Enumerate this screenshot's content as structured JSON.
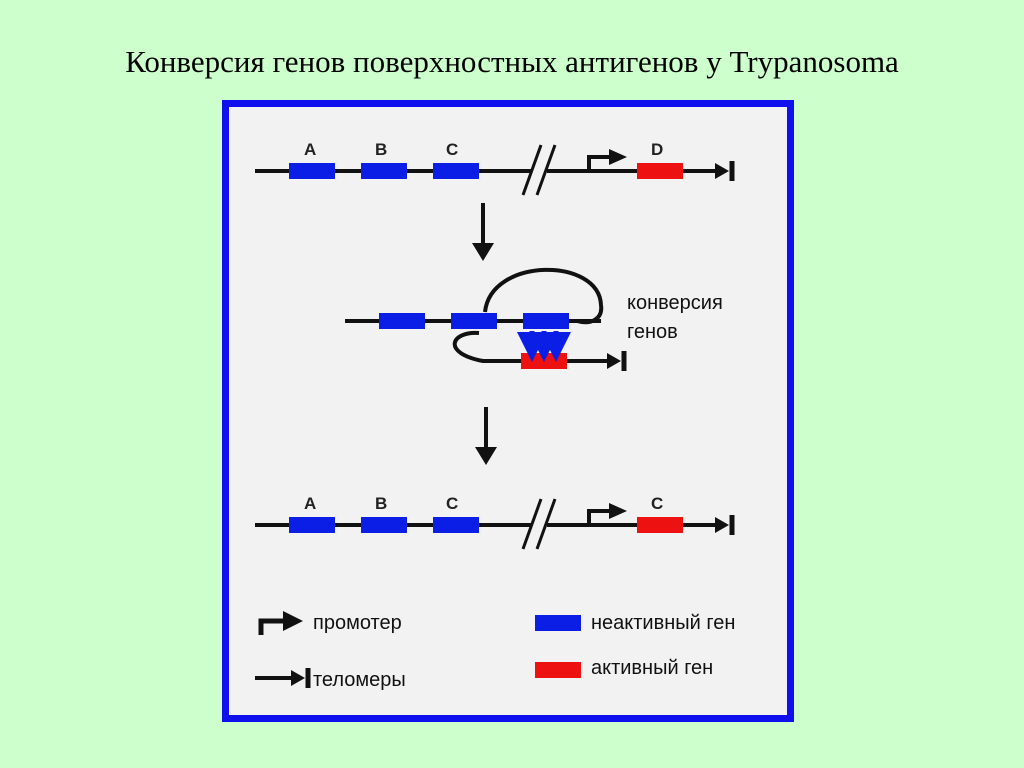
{
  "title": "Конверсия генов поверхностных антигенов у Trypanosoma",
  "colors": {
    "background": "#ccffcc",
    "frame": "#1010ee",
    "inactive_gene": "#0a1ee6",
    "active_gene": "#ee1111"
  },
  "before": {
    "genes": [
      "A",
      "B",
      "C"
    ],
    "active_gene": "D"
  },
  "process_label": [
    "конверсия",
    "генов"
  ],
  "after": {
    "genes": [
      "A",
      "B",
      "C"
    ],
    "active_gene": "C"
  },
  "legend": {
    "promoter": "промотер",
    "telomere": "теломеры",
    "inactive": "неактивный ген",
    "active": "активный ген"
  }
}
